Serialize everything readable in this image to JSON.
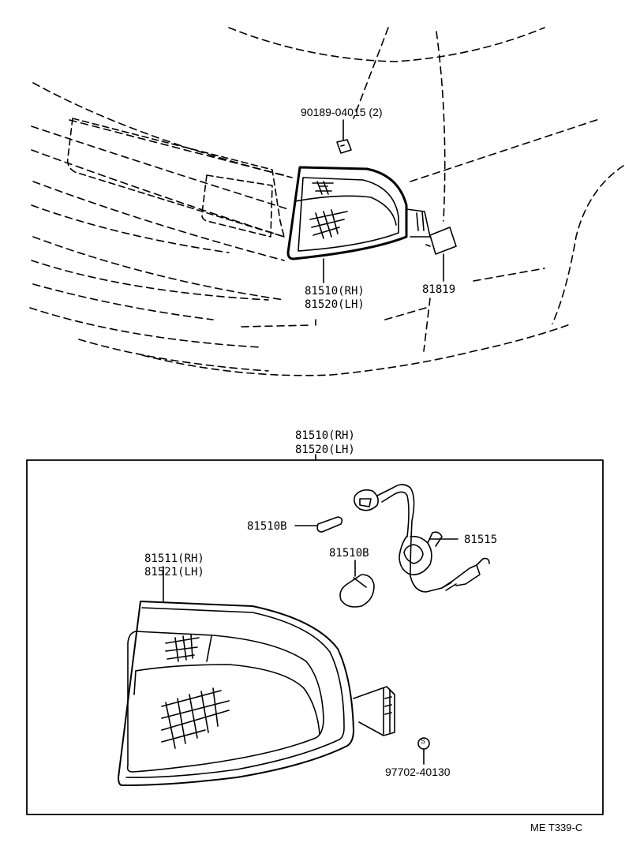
{
  "upper_view": {
    "labels": {
      "screw_part": "90189-04015 (2)",
      "lamp_rh": "81510(RH)",
      "lamp_lh": "81520(LH)",
      "cover_part": "81819"
    }
  },
  "detail_view": {
    "assembly_rh": "81510(RH)",
    "assembly_lh": "81520(LH)",
    "socket_part": "81510B",
    "bulb_part": "81510B",
    "cord_part": "81515",
    "lens_rh": "81511(RH)",
    "lens_lh": "81521(LH)",
    "screw_part": "97702-40130",
    "screw_symbol": "S"
  },
  "footer": {
    "ref_code": "ME T339-C"
  }
}
